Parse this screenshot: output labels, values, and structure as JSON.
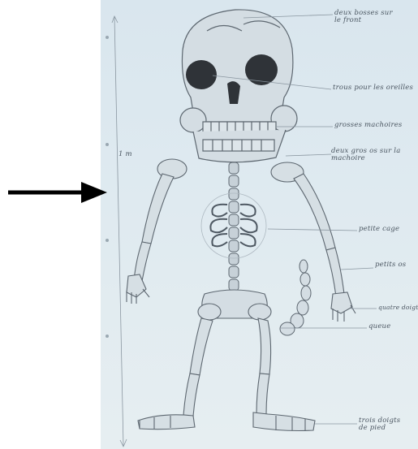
{
  "annotations": {
    "height": "1 m",
    "skull_bumps": "deux bosses sur le front",
    "eye_holes": "trous pour les oreilles",
    "jaw": "grosses machoires",
    "shoulder_bones": "deux gros os sur la machoire",
    "ribcage": "petite cage",
    "small_bone": "petits os",
    "fingers": "quatre doigts",
    "tail": "queue",
    "toes": "trois doigts de pied"
  }
}
